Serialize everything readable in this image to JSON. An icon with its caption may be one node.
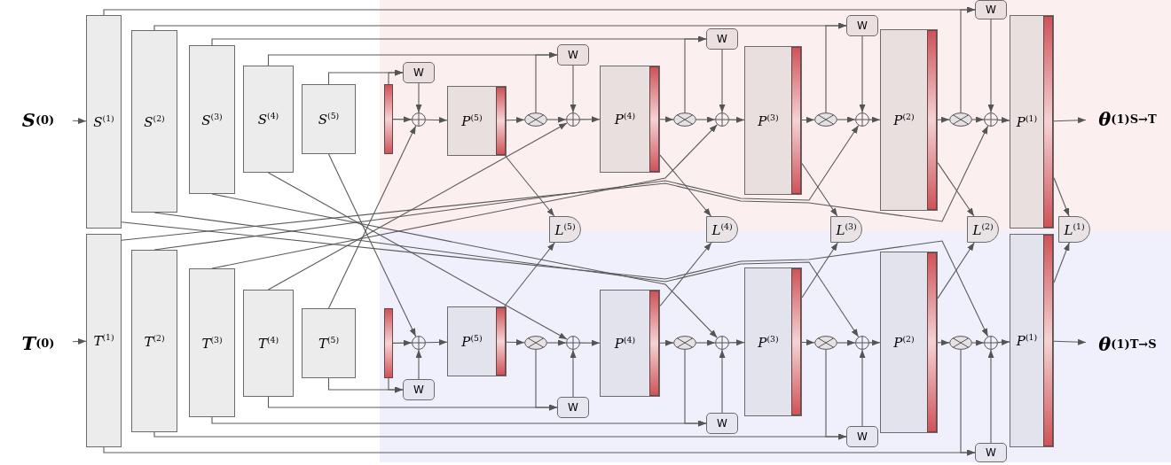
{
  "diagram": {
    "nodes": [
      {
        "text": [
          "*S*$^{(0)}$"
        ]
      },
      {
        "text": [
          "*S*$^{(1)}$"
        ]
      },
      {
        "text": [
          "*S*$^{(2)}$"
        ]
      },
      {
        "text": [
          "*S*$^{(3)}$"
        ]
      },
      {
        "text": [
          "*S*$^{(4)}$"
        ]
      },
      {
        "text": [
          "*S*$^{(5)}$"
        ]
      },
      {
        "text": [],
        "shape": "bar"
      },
      {
        "text": [
          "W"
        ]
      },
      {
        "text": [],
        "shape": "circle"
      },
      {
        "text": [
          "*P*$^{(5)}$"
        ]
      },
      {
        "text": [],
        "shape": "ellipse"
      },
      {
        "text": [],
        "shape": "circle"
      },
      {
        "text": [
          "W"
        ]
      },
      {
        "text": [
          "*P*$^{(4)}$"
        ]
      },
      {
        "text": [],
        "shape": "ellipse"
      },
      {
        "text": [],
        "shape": "circle"
      },
      {
        "text": [
          "W"
        ]
      },
      {
        "text": [
          "*P*$^{(3)}$"
        ]
      },
      {
        "text": [],
        "shape": "ellipse"
      },
      {
        "text": [],
        "shape": "circle"
      },
      {
        "text": [
          "W"
        ]
      },
      {
        "text": [
          "*P*$^{(2)}$"
        ]
      },
      {
        "text": [],
        "shape": "ellipse"
      },
      {
        "text": [],
        "shape": "circle"
      },
      {
        "text": [
          "W"
        ]
      },
      {
        "text": [
          "*P*$^{(1)}$"
        ]
      },
      {
        "text": [
          "*θ*$^{(1)}$$_{S→T}$"
        ]
      },
      {
        "text": [
          "*L*$^{(5)}$"
        ]
      },
      {
        "text": [
          "*L*$^{(4)}$"
        ]
      },
      {
        "text": [
          "*L*$^{(3)}$"
        ]
      },
      {
        "text": [
          "*L*$^{(2)}$"
        ]
      },
      {
        "text": [
          "*L*$^{(1)}$"
        ]
      },
      {
        "text": [
          "*T*$^{(0)}$"
        ]
      },
      {
        "text": [
          "*T*$^{(1)}$"
        ]
      },
      {
        "text": [
          "*T*$^{(2)}$"
        ]
      },
      {
        "text": [
          "*T*$^{(3)}$"
        ]
      },
      {
        "text": [
          "*T*$^{(4)}$"
        ]
      },
      {
        "text": [
          "*T*$^{(5)}$"
        ]
      },
      {
        "text": [],
        "shape": "bar"
      },
      {
        "text": [
          "W"
        ]
      },
      {
        "text": [],
        "shape": "circle"
      },
      {
        "text": [
          "*P*$^{(5)}$"
        ]
      },
      {
        "text": [],
        "shape": "ellipse"
      },
      {
        "text": [],
        "shape": "circle"
      },
      {
        "text": [
          "W"
        ]
      },
      {
        "text": [
          "*P*$^{(4)}$"
        ]
      },
      {
        "text": [],
        "shape": "ellipse"
      },
      {
        "text": [],
        "shape": "circle"
      },
      {
        "text": [
          "W"
        ]
      },
      {
        "text": [
          "*P*$^{(3)}$"
        ]
      },
      {
        "text": [],
        "shape": "ellipse"
      },
      {
        "text": [],
        "shape": "circle"
      },
      {
        "text": [
          "W"
        ]
      },
      {
        "text": [
          "*P*$^{(2)}$"
        ]
      },
      {
        "text": [],
        "shape": "ellipse"
      },
      {
        "text": [],
        "shape": "circle"
      },
      {
        "text": [
          "W"
        ]
      },
      {
        "text": [
          "*P*$^{(1)}$"
        ]
      },
      {
        "text": [
          "*θ*$^{(1)}$$_{T→S}$"
        ]
      }
    ],
    "edges": [
      {
        "from": 0,
        "to": 1,
        "arrow": "to"
      },
      {
        "from": 5,
        "to": 7,
        "arrow": "to"
      },
      {
        "from": 6,
        "to": 7,
        "arrow": "to"
      },
      {
        "from": 6,
        "to": 8,
        "arrow": "to"
      },
      {
        "from": 7,
        "to": 8,
        "arrow": "to"
      },
      {
        "from": 37,
        "to": 8,
        "arrow": "to"
      },
      {
        "from": 8,
        "to": 9,
        "arrow": "to"
      },
      {
        "from": 9,
        "to": 10,
        "arrow": "to"
      },
      {
        "from": 10,
        "to": 11,
        "arrow": "to"
      },
      {
        "from": 4,
        "to": 12,
        "arrow": "to"
      },
      {
        "from": 10,
        "to": 12,
        "arrow": "to"
      },
      {
        "from": 12,
        "to": 11,
        "arrow": "to"
      },
      {
        "from": 36,
        "to": 11,
        "arrow": "to"
      },
      {
        "from": 11,
        "to": 13,
        "arrow": "to"
      },
      {
        "from": 13,
        "to": 14,
        "arrow": "to"
      },
      {
        "from": 14,
        "to": 15,
        "arrow": "to"
      },
      {
        "from": 3,
        "to": 16,
        "arrow": "to"
      },
      {
        "from": 14,
        "to": 16,
        "arrow": "to"
      },
      {
        "from": 16,
        "to": 15,
        "arrow": "to"
      },
      {
        "from": 35,
        "to": 15,
        "arrow": "to"
      },
      {
        "from": 15,
        "to": 17,
        "arrow": "to"
      },
      {
        "from": 17,
        "to": 18,
        "arrow": "to"
      },
      {
        "from": 18,
        "to": 19,
        "arrow": "to"
      },
      {
        "from": 2,
        "to": 20,
        "arrow": "to"
      },
      {
        "from": 18,
        "to": 20,
        "arrow": "to"
      },
      {
        "from": 20,
        "to": 19,
        "arrow": "to"
      },
      {
        "from": 34,
        "to": 19,
        "arrow": "to"
      },
      {
        "from": 19,
        "to": 21,
        "arrow": "to"
      },
      {
        "from": 21,
        "to": 22,
        "arrow": "to"
      },
      {
        "from": 22,
        "to": 23,
        "arrow": "to"
      },
      {
        "from": 1,
        "to": 24,
        "arrow": "to"
      },
      {
        "from": 22,
        "to": 24,
        "arrow": "to"
      },
      {
        "from": 24,
        "to": 23,
        "arrow": "to"
      },
      {
        "from": 33,
        "to": 23,
        "arrow": "to"
      },
      {
        "from": 23,
        "to": 25,
        "arrow": "to"
      },
      {
        "from": 25,
        "to": 26,
        "arrow": "to"
      },
      {
        "from": 9,
        "to": 27,
        "arrow": "to"
      },
      {
        "from": 13,
        "to": 28,
        "arrow": "to"
      },
      {
        "from": 17,
        "to": 29,
        "arrow": "to"
      },
      {
        "from": 21,
        "to": 30,
        "arrow": "to"
      },
      {
        "from": 25,
        "to": 31,
        "arrow": "to"
      },
      {
        "from": 32,
        "to": 33,
        "arrow": "to"
      },
      {
        "from": 37,
        "to": 39,
        "arrow": "to"
      },
      {
        "from": 38,
        "to": 39,
        "arrow": "to"
      },
      {
        "from": 38,
        "to": 40,
        "arrow": "to"
      },
      {
        "from": 39,
        "to": 40,
        "arrow": "to"
      },
      {
        "from": 5,
        "to": 40,
        "arrow": "to"
      },
      {
        "from": 40,
        "to": 41,
        "arrow": "to"
      },
      {
        "from": 41,
        "to": 42,
        "arrow": "to"
      },
      {
        "from": 42,
        "to": 43,
        "arrow": "to"
      },
      {
        "from": 36,
        "to": 44,
        "arrow": "to"
      },
      {
        "from": 42,
        "to": 44,
        "arrow": "to"
      },
      {
        "from": 44,
        "to": 43,
        "arrow": "to"
      },
      {
        "from": 4,
        "to": 43,
        "arrow": "to"
      },
      {
        "from": 43,
        "to": 45,
        "arrow": "to"
      },
      {
        "from": 45,
        "to": 46,
        "arrow": "to"
      },
      {
        "from": 46,
        "to": 47,
        "arrow": "to"
      },
      {
        "from": 35,
        "to": 48,
        "arrow": "to"
      },
      {
        "from": 46,
        "to": 48,
        "arrow": "to"
      },
      {
        "from": 48,
        "to": 47,
        "arrow": "to"
      },
      {
        "from": 3,
        "to": 47,
        "arrow": "to"
      },
      {
        "from": 47,
        "to": 49,
        "arrow": "to"
      },
      {
        "from": 49,
        "to": 50,
        "arrow": "to"
      },
      {
        "from": 50,
        "to": 51,
        "arrow": "to"
      },
      {
        "from": 34,
        "to": 52,
        "arrow": "to"
      },
      {
        "from": 50,
        "to": 52,
        "arrow": "to"
      },
      {
        "from": 52,
        "to": 51,
        "arrow": "to"
      },
      {
        "from": 2,
        "to": 51,
        "arrow": "to"
      },
      {
        "from": 51,
        "to": 53,
        "arrow": "to"
      },
      {
        "from": 53,
        "to": 54,
        "arrow": "to"
      },
      {
        "from": 54,
        "to": 55,
        "arrow": "to"
      },
      {
        "from": 33,
        "to": 56,
        "arrow": "to"
      },
      {
        "from": 54,
        "to": 56,
        "arrow": "to"
      },
      {
        "from": 56,
        "to": 55,
        "arrow": "to"
      },
      {
        "from": 1,
        "to": 55,
        "arrow": "to"
      },
      {
        "from": 55,
        "to": 57,
        "arrow": "to"
      },
      {
        "from": 57,
        "to": 58,
        "arrow": "to"
      },
      {
        "from": 41,
        "to": 27,
        "arrow": "to"
      },
      {
        "from": 45,
        "to": 28,
        "arrow": "to"
      },
      {
        "from": 49,
        "to": 29,
        "arrow": "to"
      },
      {
        "from": 53,
        "to": 30,
        "arrow": "to"
      },
      {
        "from": 57,
        "to": 31,
        "arrow": "to"
      }
    ]
  }
}
